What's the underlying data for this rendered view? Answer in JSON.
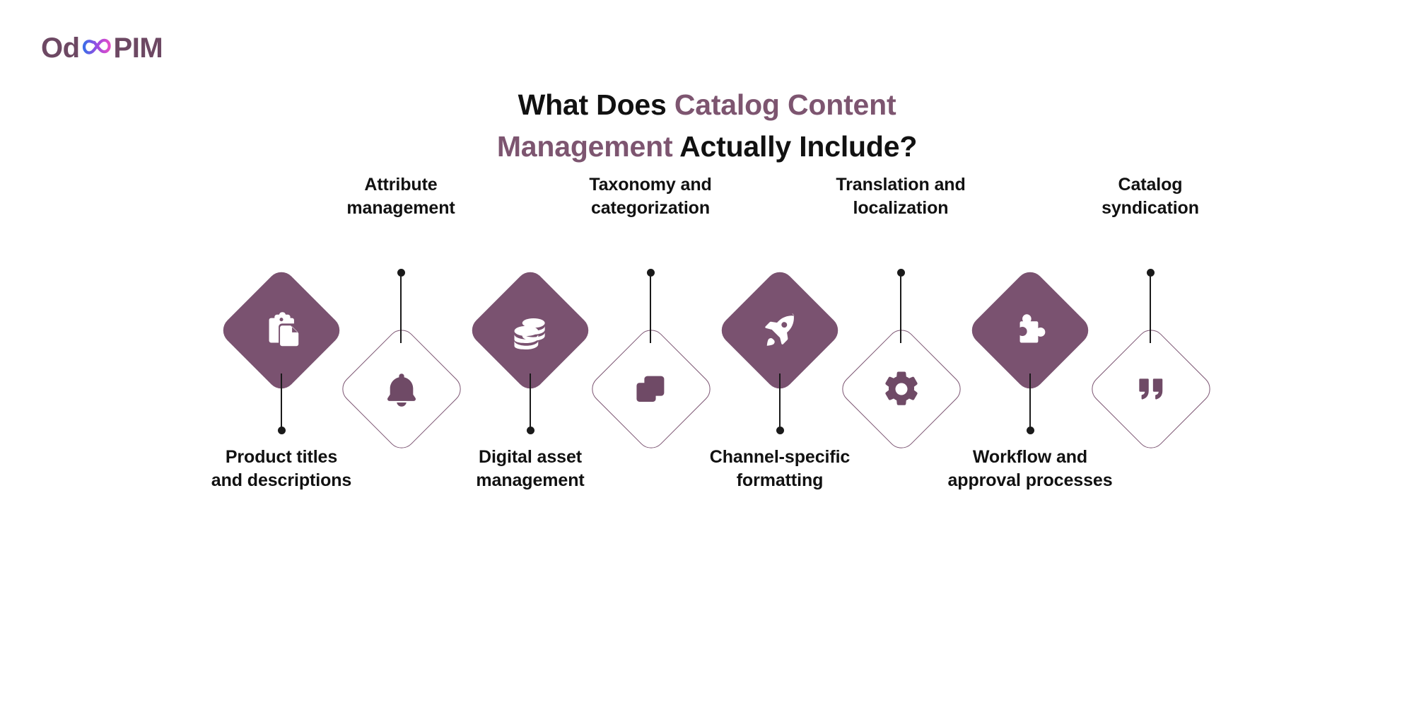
{
  "brand": {
    "logo_prefix": "Od",
    "logo_infinity": "∞",
    "logo_suffix": "PIM",
    "logo_color": "#6d4863",
    "infinity_gradient_from": "#3d6de8",
    "infinity_gradient_to": "#e24ec8"
  },
  "header": {
    "title_part1": "What Does ",
    "title_highlight1": "Catalog Content",
    "title_part2": " ",
    "title_highlight2": "Management",
    "title_part3": " Actually Include?",
    "title_plain": "What Does Catalog Content Management Actually Include?",
    "highlight_color": "#7d5570",
    "text_color": "#111111"
  },
  "diagram": {
    "accent_color": "#7a5270",
    "connector_color": "#1a1a1a",
    "nodes": [
      {
        "label": "Product titles\nand descriptions",
        "label_line1": "Product titles",
        "label_line2": "and descriptions",
        "position": "bottom",
        "style": "filled",
        "icon": "clipboard-copy-icon"
      },
      {
        "label": "Attribute\nmanagement",
        "label_line1": "Attribute",
        "label_line2": "management",
        "position": "top",
        "style": "outlined",
        "icon": "bell-icon"
      },
      {
        "label": "Digital asset\nmanagement",
        "label_line1": "Digital asset",
        "label_line2": "management",
        "position": "bottom",
        "style": "filled",
        "icon": "coins-stack-icon"
      },
      {
        "label": "Taxonomy and\ncategorization",
        "label_line1": "Taxonomy and",
        "label_line2": "categorization",
        "position": "top",
        "style": "outlined",
        "icon": "layers-icon"
      },
      {
        "label": "Channel-specific\nformatting",
        "label_line1": "Channel-specific",
        "label_line2": "formatting",
        "position": "bottom",
        "style": "filled",
        "icon": "rocket-icon"
      },
      {
        "label": "Translation and\nlocalization",
        "label_line1": "Translation and",
        "label_line2": "localization",
        "position": "top",
        "style": "outlined",
        "icon": "gear-icon"
      },
      {
        "label": "Workflow and\napproval processes",
        "label_line1": "Workflow and",
        "label_line2": "approval processes",
        "position": "bottom",
        "style": "filled",
        "icon": "puzzle-piece-icon"
      },
      {
        "label": "Catalog\nsyndication",
        "label_line1": "Catalog",
        "label_line2": "syndication",
        "position": "top",
        "style": "outlined",
        "icon": "quote-icon"
      }
    ]
  }
}
